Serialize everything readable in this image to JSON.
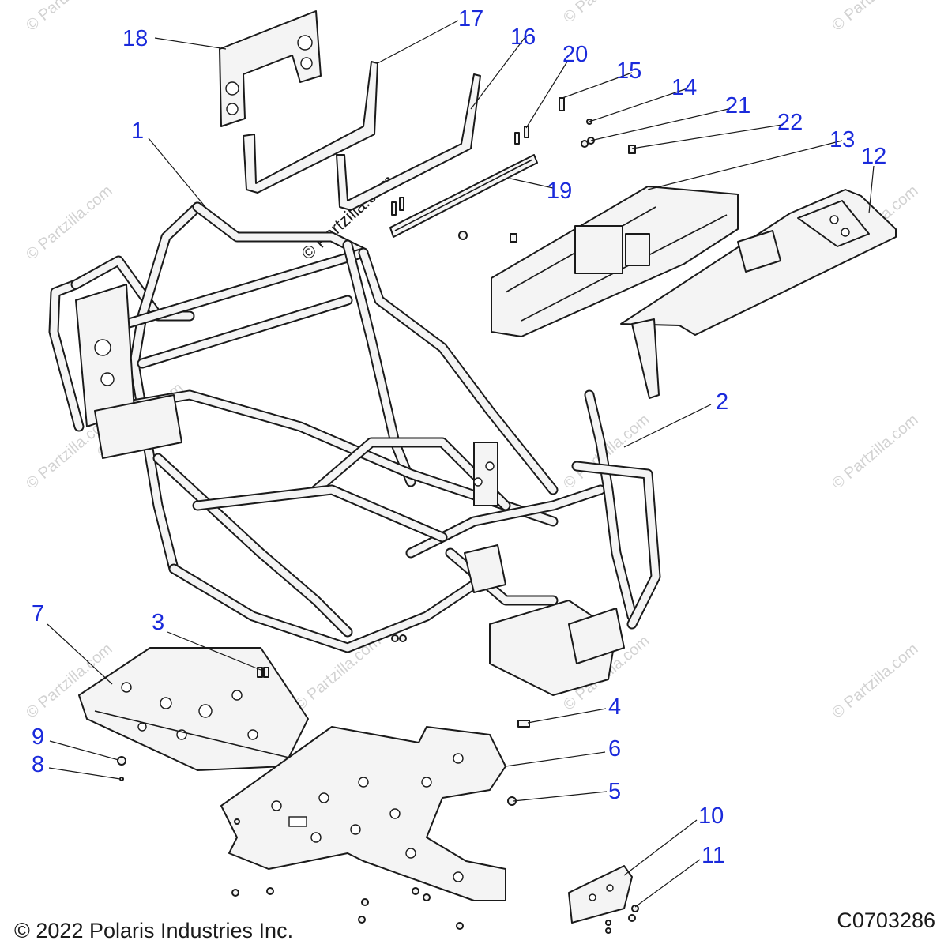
{
  "diagram": {
    "callouts": [
      {
        "id": "1",
        "label": "1"
      },
      {
        "id": "2",
        "label": "2"
      },
      {
        "id": "3",
        "label": "3"
      },
      {
        "id": "4",
        "label": "4"
      },
      {
        "id": "5",
        "label": "5"
      },
      {
        "id": "6",
        "label": "6"
      },
      {
        "id": "7",
        "label": "7"
      },
      {
        "id": "8",
        "label": "8"
      },
      {
        "id": "9",
        "label": "9"
      },
      {
        "id": "10",
        "label": "10"
      },
      {
        "id": "11",
        "label": "11"
      },
      {
        "id": "12",
        "label": "12"
      },
      {
        "id": "13",
        "label": "13"
      },
      {
        "id": "14",
        "label": "14"
      },
      {
        "id": "15",
        "label": "15"
      },
      {
        "id": "16",
        "label": "16"
      },
      {
        "id": "17",
        "label": "17"
      },
      {
        "id": "18",
        "label": "18"
      },
      {
        "id": "19",
        "label": "19"
      },
      {
        "id": "20",
        "label": "20"
      },
      {
        "id": "21",
        "label": "21"
      },
      {
        "id": "22",
        "label": "22"
      }
    ],
    "watermark": "© Partzilla.com",
    "colors": {
      "callout": "#1a2adb",
      "line": "#1a1a1a",
      "watermark": "#d2d2d2"
    }
  },
  "footer": {
    "copyright": "© 2022 Polaris Industries Inc.",
    "drawing_code": "C0703286"
  }
}
